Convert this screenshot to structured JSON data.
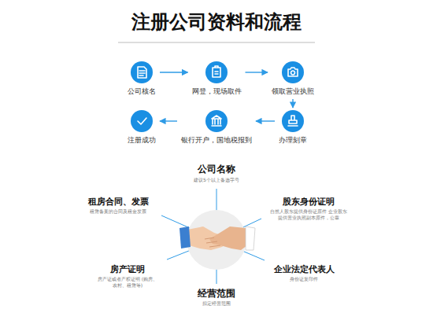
{
  "diagram": {
    "title": "注册公司资料和流程",
    "nodes": [
      {
        "text": [
          "公司核名"
        ]
      },
      {
        "text": [
          "网登，现场取件"
        ]
      },
      {
        "text": [
          "领取营业执照"
        ]
      },
      {
        "text": [
          "办理刻章"
        ]
      },
      {
        "text": [
          "银行开户，国地税报到"
        ]
      },
      {
        "text": [
          "注册成功"
        ]
      }
    ],
    "edges": [
      {
        "from": 0,
        "to": 1,
        "arrow": "to"
      },
      {
        "from": 1,
        "to": 2,
        "arrow": "to"
      },
      {
        "from": 2,
        "to": 3,
        "arrow": "to"
      },
      {
        "from": 3,
        "to": 4,
        "arrow": "to"
      },
      {
        "from": 4,
        "to": 5,
        "arrow": "to"
      }
    ],
    "labels": [
      "公司名称",
      "建议5个以上备选字号",
      "租房合同、发票",
      "租赁备案的合同及租金发票",
      "股东身份证明",
      "自然人股东提供身份证原件 企业股东提供营业执照副本原件，公章",
      "房产证明",
      "房产证或者产权证明 (购房、农村、租赁等)",
      "企业法定代表人",
      "身份证复印件",
      "经营范围",
      "拟定经营范围"
    ]
  }
}
